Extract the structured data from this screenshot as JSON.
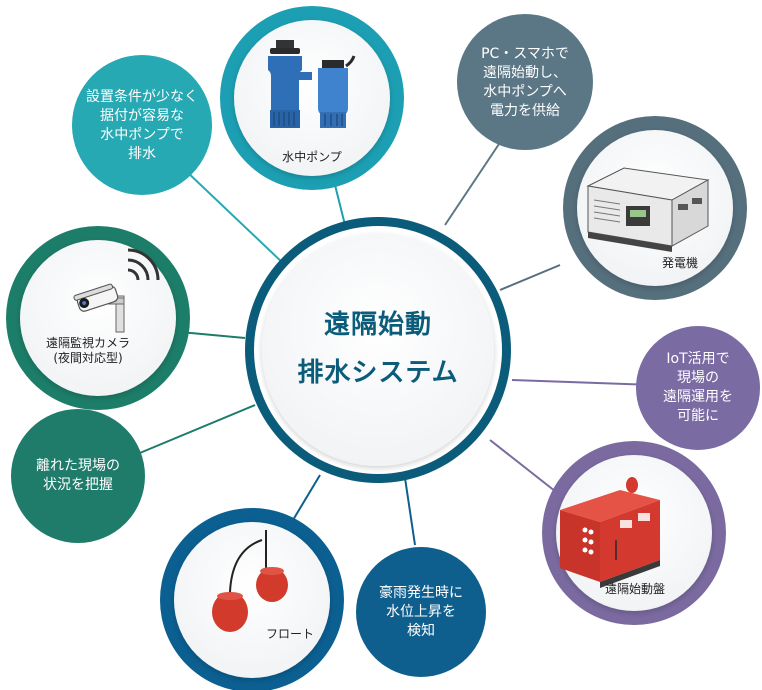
{
  "center": {
    "title_line1": "遠隔始動",
    "title_line2": "排水システム"
  },
  "nodes": {
    "pump": {
      "caption": "水中ポンプ",
      "ring_color": "#1c9fb3"
    },
    "generator": {
      "caption": "発電機",
      "ring_color": "#566f7d"
    },
    "panel": {
      "caption": "遠隔始動盤",
      "ring_color": "#7a6aa0"
    },
    "float": {
      "caption": "フロート",
      "ring_color": "#0b5f91"
    },
    "camera": {
      "caption": "遠隔監視カメラ\n(夜間対応型)",
      "ring_color": "#1c7d68"
    }
  },
  "bubbles": {
    "installation": {
      "text": "設置条件が少なく\n据付が容易な\n水中ポンプで\n排水",
      "color": "#27a9b3"
    },
    "power": {
      "text": "PC・スマホで\n遠隔始動し、\n水中ポンプへ\n電力を供給",
      "color": "#5b7786"
    },
    "iot": {
      "text": "IoT活用で\n現場の\n遠隔運用を\n可能に",
      "color": "#7b6ba3"
    },
    "detect": {
      "text": "豪雨発生時に\n水位上昇を\n検知",
      "color": "#0f5f8e"
    },
    "monitor": {
      "text": "離れた現場の\n状況を把握",
      "color": "#1f7c6a"
    }
  },
  "colors": {
    "center_ring": "#0b5c7a",
    "center_title": "#0b5c7a",
    "pump_blue": "#2f6fb8",
    "panel_red": "#d4392f",
    "float_red": "#d23a2c"
  }
}
